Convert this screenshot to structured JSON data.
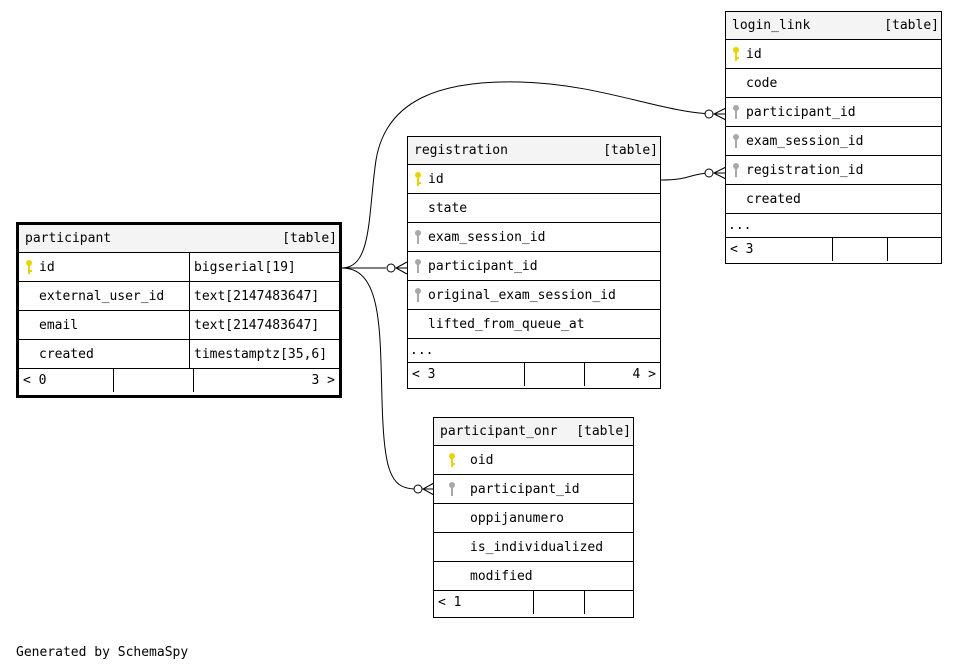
{
  "footer_text": "Generated by SchemaSpy",
  "colors": {
    "primary_key": "#e8d400",
    "foreign_key": "#a8a8a8",
    "header_bg": "#f4f4f4"
  },
  "tables": {
    "participant": {
      "name": "participant",
      "kind": "[table]",
      "columns": [
        {
          "name": "id",
          "type": "bigserial[19]",
          "key": "primary-key-icon"
        },
        {
          "name": "external_user_id",
          "type": "text[2147483647]",
          "key": ""
        },
        {
          "name": "email",
          "type": "text[2147483647]",
          "key": ""
        },
        {
          "name": "created",
          "type": "timestamptz[35,6]",
          "key": ""
        }
      ],
      "parents": "< 0",
      "children": "3 >"
    },
    "registration": {
      "name": "registration",
      "kind": "[table]",
      "columns": [
        {
          "name": "id",
          "key": "primary-key-icon"
        },
        {
          "name": "state",
          "key": ""
        },
        {
          "name": "exam_session_id",
          "key": "foreign-key-icon"
        },
        {
          "name": "participant_id",
          "key": "foreign-key-icon"
        },
        {
          "name": "original_exam_session_id",
          "key": "foreign-key-icon"
        },
        {
          "name": "lifted_from_queue_at",
          "key": ""
        }
      ],
      "more": "...",
      "parents": "< 3",
      "children": "4 >"
    },
    "login_link": {
      "name": "login_link",
      "kind": "[table]",
      "columns": [
        {
          "name": "id",
          "key": "primary-key-icon"
        },
        {
          "name": "code",
          "key": ""
        },
        {
          "name": "participant_id",
          "key": "foreign-key-icon"
        },
        {
          "name": "exam_session_id",
          "key": "foreign-key-icon"
        },
        {
          "name": "registration_id",
          "key": "foreign-key-icon"
        },
        {
          "name": "created",
          "key": ""
        }
      ],
      "more": "...",
      "parents": "< 3",
      "children": ""
    },
    "participant_onr": {
      "name": "participant_onr",
      "kind": "[table]",
      "columns": [
        {
          "name": "oid",
          "key": "primary-key-icon"
        },
        {
          "name": "participant_id",
          "key": "foreign-key-icon"
        },
        {
          "name": "oppijanumero",
          "key": ""
        },
        {
          "name": "is_individualized",
          "key": ""
        },
        {
          "name": "modified",
          "key": ""
        }
      ],
      "parents": "< 1",
      "children": ""
    }
  }
}
